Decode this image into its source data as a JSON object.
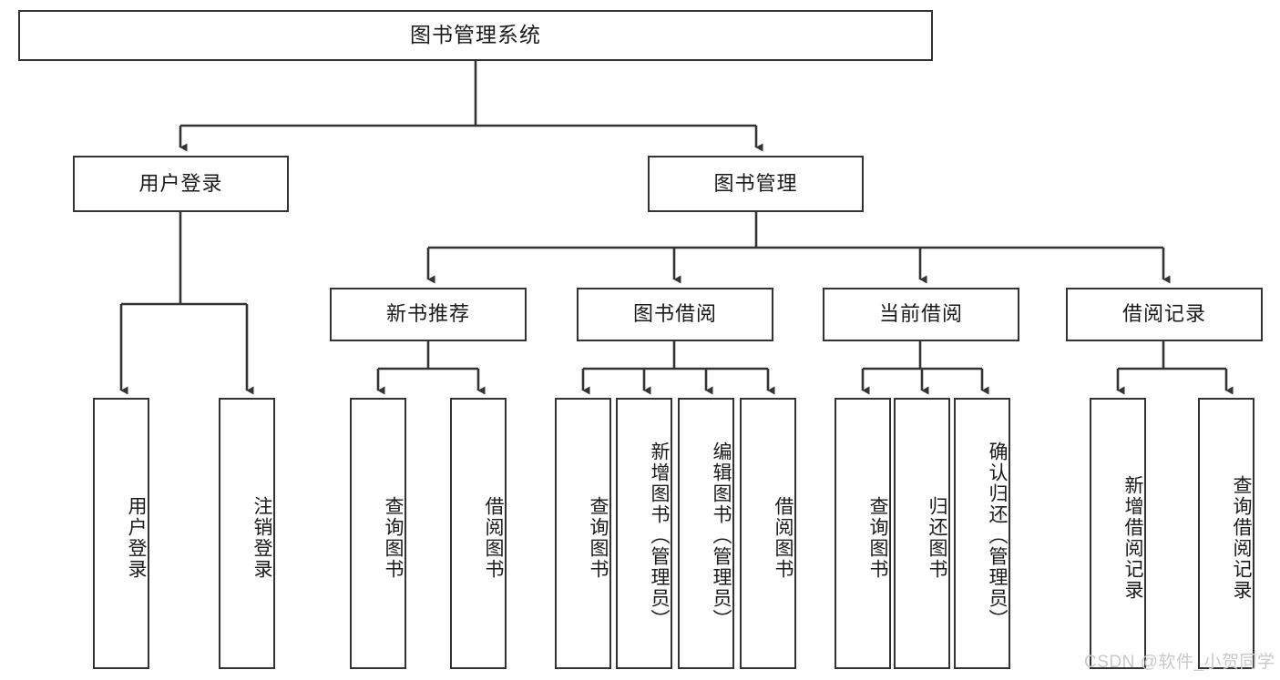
{
  "diagram": {
    "type": "hierarchy-tree",
    "title": "图书管理系统",
    "root": {
      "label": "图书管理系统"
    },
    "level2": [
      {
        "label": "用户登录"
      },
      {
        "label": "图书管理"
      }
    ],
    "level3": [
      {
        "label": "新书推荐"
      },
      {
        "label": "图书借阅"
      },
      {
        "label": "当前借阅"
      },
      {
        "label": "借阅记录"
      }
    ],
    "leaves": {
      "user_login": [
        {
          "label": "用户登录"
        },
        {
          "label": "注销登录"
        }
      ],
      "new_book_recommend": [
        {
          "label": "查询图书"
        },
        {
          "label": "借阅图书"
        }
      ],
      "book_borrow": [
        {
          "label": "查询图书"
        },
        {
          "label": "新增图书（管理员）"
        },
        {
          "label": "编辑图书（管理员）"
        },
        {
          "label": "借阅图书"
        }
      ],
      "current_borrow": [
        {
          "label": "查询图书"
        },
        {
          "label": "归还图书"
        },
        {
          "label": "确认归还（管理员）"
        }
      ],
      "borrow_record": [
        {
          "label": "新增借阅记录"
        },
        {
          "label": "查询借阅记录"
        }
      ]
    }
  },
  "watermark": {
    "text": "CSDN @软件_小贺同学"
  },
  "colors": {
    "stroke": "#333333",
    "box_fill": "#ffffff",
    "text": "#1a1a1a",
    "watermark": "#c9c9c9",
    "background": "#ffffff"
  }
}
